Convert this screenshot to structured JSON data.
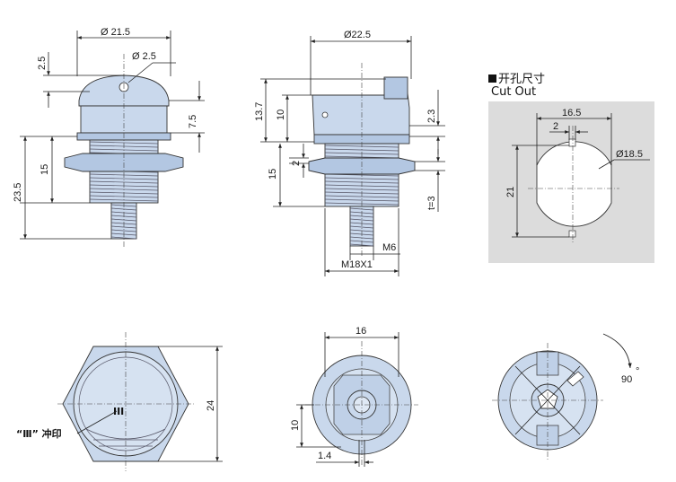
{
  "side_view_left": {
    "dia_top": "Ø 21.5",
    "dia_hole": "Ø 2.5",
    "h_top": "2.5",
    "h_cap": "7.5",
    "h_body": "15",
    "h_total": "23.5"
  },
  "side_view_right": {
    "dia_flange": "Ø22.5",
    "h_13_7": "13.7",
    "h_10": "10",
    "h_2_3": "2.3",
    "h_2": "2",
    "h_15": "15",
    "t3": "t=3",
    "m6": "M6",
    "m18": "M18X1"
  },
  "cutout": {
    "title_cn": "开孔尺寸",
    "title_en": "Cut Out",
    "w": "16.5",
    "slot": "2",
    "dia": "Ø18.5",
    "h": "21",
    "bg_color": "#dcdcdc"
  },
  "bottom_left": {
    "height": "24",
    "mark": "III",
    "note": "“Ⅲ” 冲印"
  },
  "bottom_mid": {
    "width": "16",
    "h10": "10",
    "w14": "1.4"
  },
  "bottom_right": {
    "angle": "90",
    "deg": "°"
  },
  "colors": {
    "part_fill": "#c9d8ec",
    "line": "#222222"
  }
}
